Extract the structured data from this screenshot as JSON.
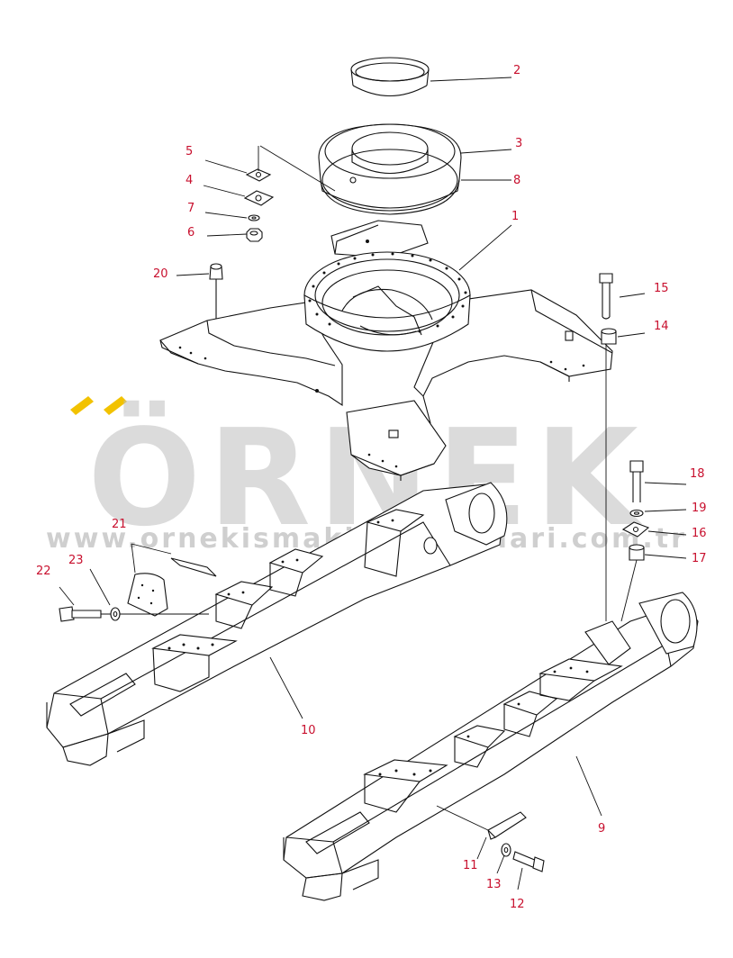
{
  "watermark": {
    "brand": "ÖRNEK",
    "url": "www.ornekismakinaparcalari.com.tr",
    "accent_color": "#f2c200",
    "text_color": "#bfbfbf"
  },
  "callouts": {
    "c1": "1",
    "c2": "2",
    "c3": "3",
    "c4": "4",
    "c5": "5",
    "c6": "6",
    "c7": "7",
    "c8": "8",
    "c9": "9",
    "c10": "10",
    "c11": "11",
    "c12": "12",
    "c13": "13",
    "c14": "14",
    "c15": "15",
    "c16": "16",
    "c17": "17",
    "c18": "18",
    "c19": "19",
    "c20": "20",
    "c21": "21",
    "c22": "22",
    "c23": "23"
  },
  "callout_color": "#c8102e"
}
